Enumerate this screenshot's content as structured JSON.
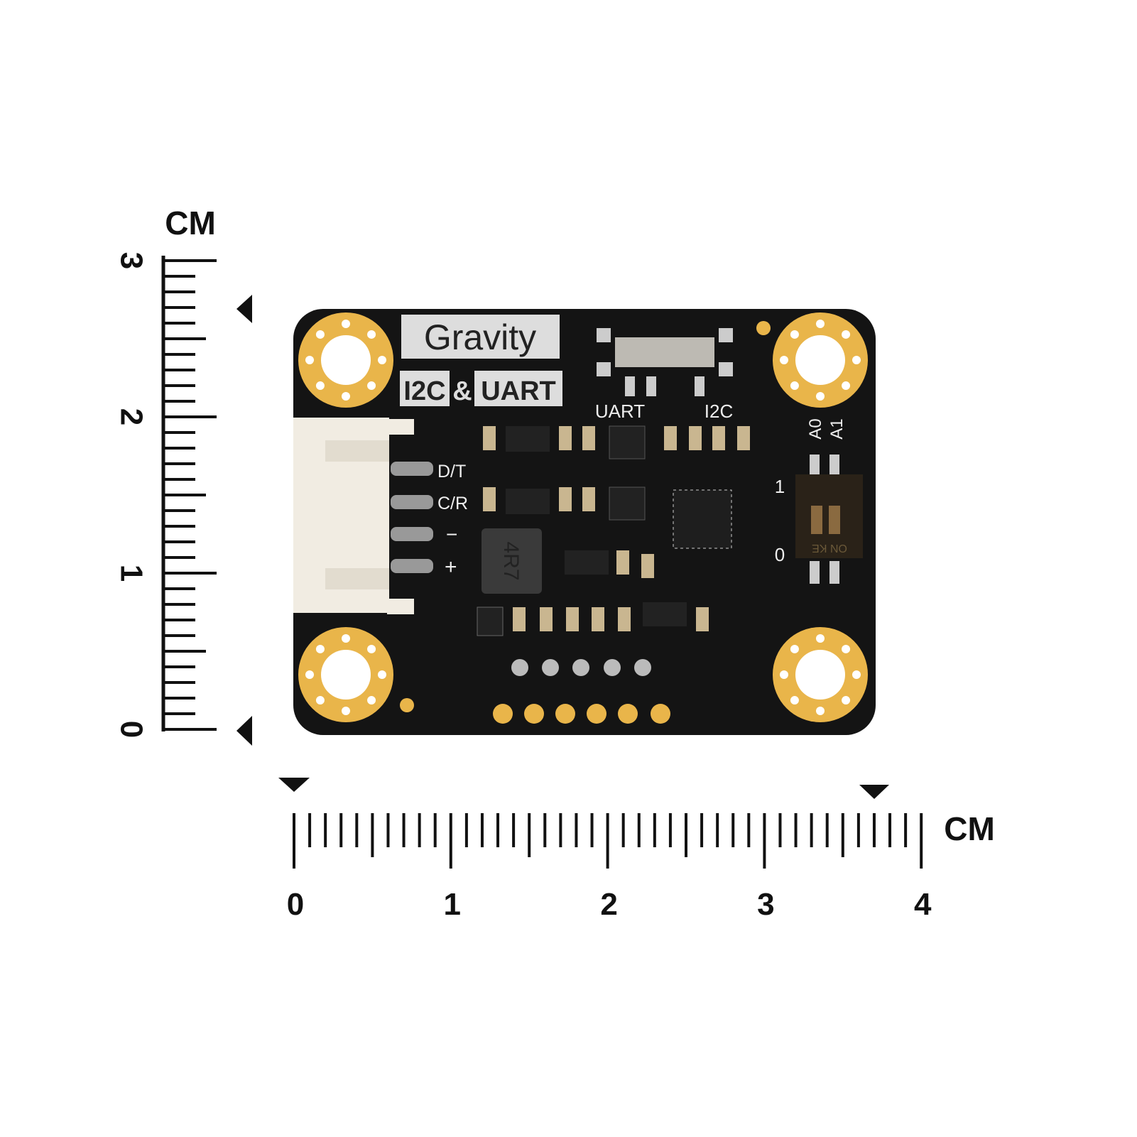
{
  "ruler_vertical": {
    "unit": "CM",
    "labels": [
      "0",
      "1",
      "2",
      "3"
    ]
  },
  "ruler_horizontal": {
    "unit": "CM",
    "labels": [
      "0",
      "1",
      "2",
      "3",
      "4"
    ]
  },
  "board": {
    "brand": "Gravity",
    "interface": [
      "I2C",
      "&",
      "UART"
    ],
    "switch_labels": [
      "UART",
      "I2C"
    ],
    "connector_pins": [
      "D/T",
      "C/R",
      "−",
      "+"
    ],
    "address_labels": [
      "A0",
      "A1"
    ],
    "dip_levels": [
      "1",
      "0"
    ],
    "dip_text": "ON KE",
    "inductor_marking": "4R7",
    "colors": {
      "pcb": "#141414",
      "gold": "#e9b54a",
      "silk": "#eeeeee",
      "connector": "#f1ece2"
    }
  }
}
